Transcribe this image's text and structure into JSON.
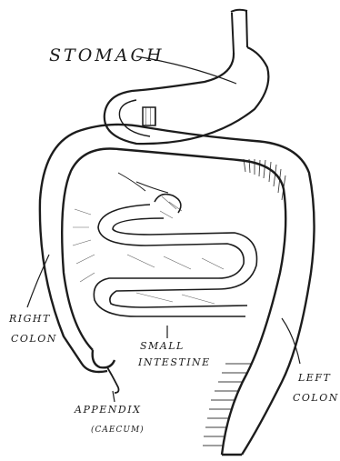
{
  "labels": {
    "stomach": "STOMACH",
    "right_colon_line1": "RIGHT",
    "right_colon_line2": "COLON",
    "small_intestine_line1": "SMALL",
    "small_intestine_line2": "INTESTINE",
    "left_colon_line1": "LEFT",
    "left_colon_line2": "COLON",
    "appendix": "APPENDIX",
    "caecum": "(CAECUM)"
  },
  "colors": {
    "ink": "#1c1c1c",
    "background": "#ffffff"
  }
}
